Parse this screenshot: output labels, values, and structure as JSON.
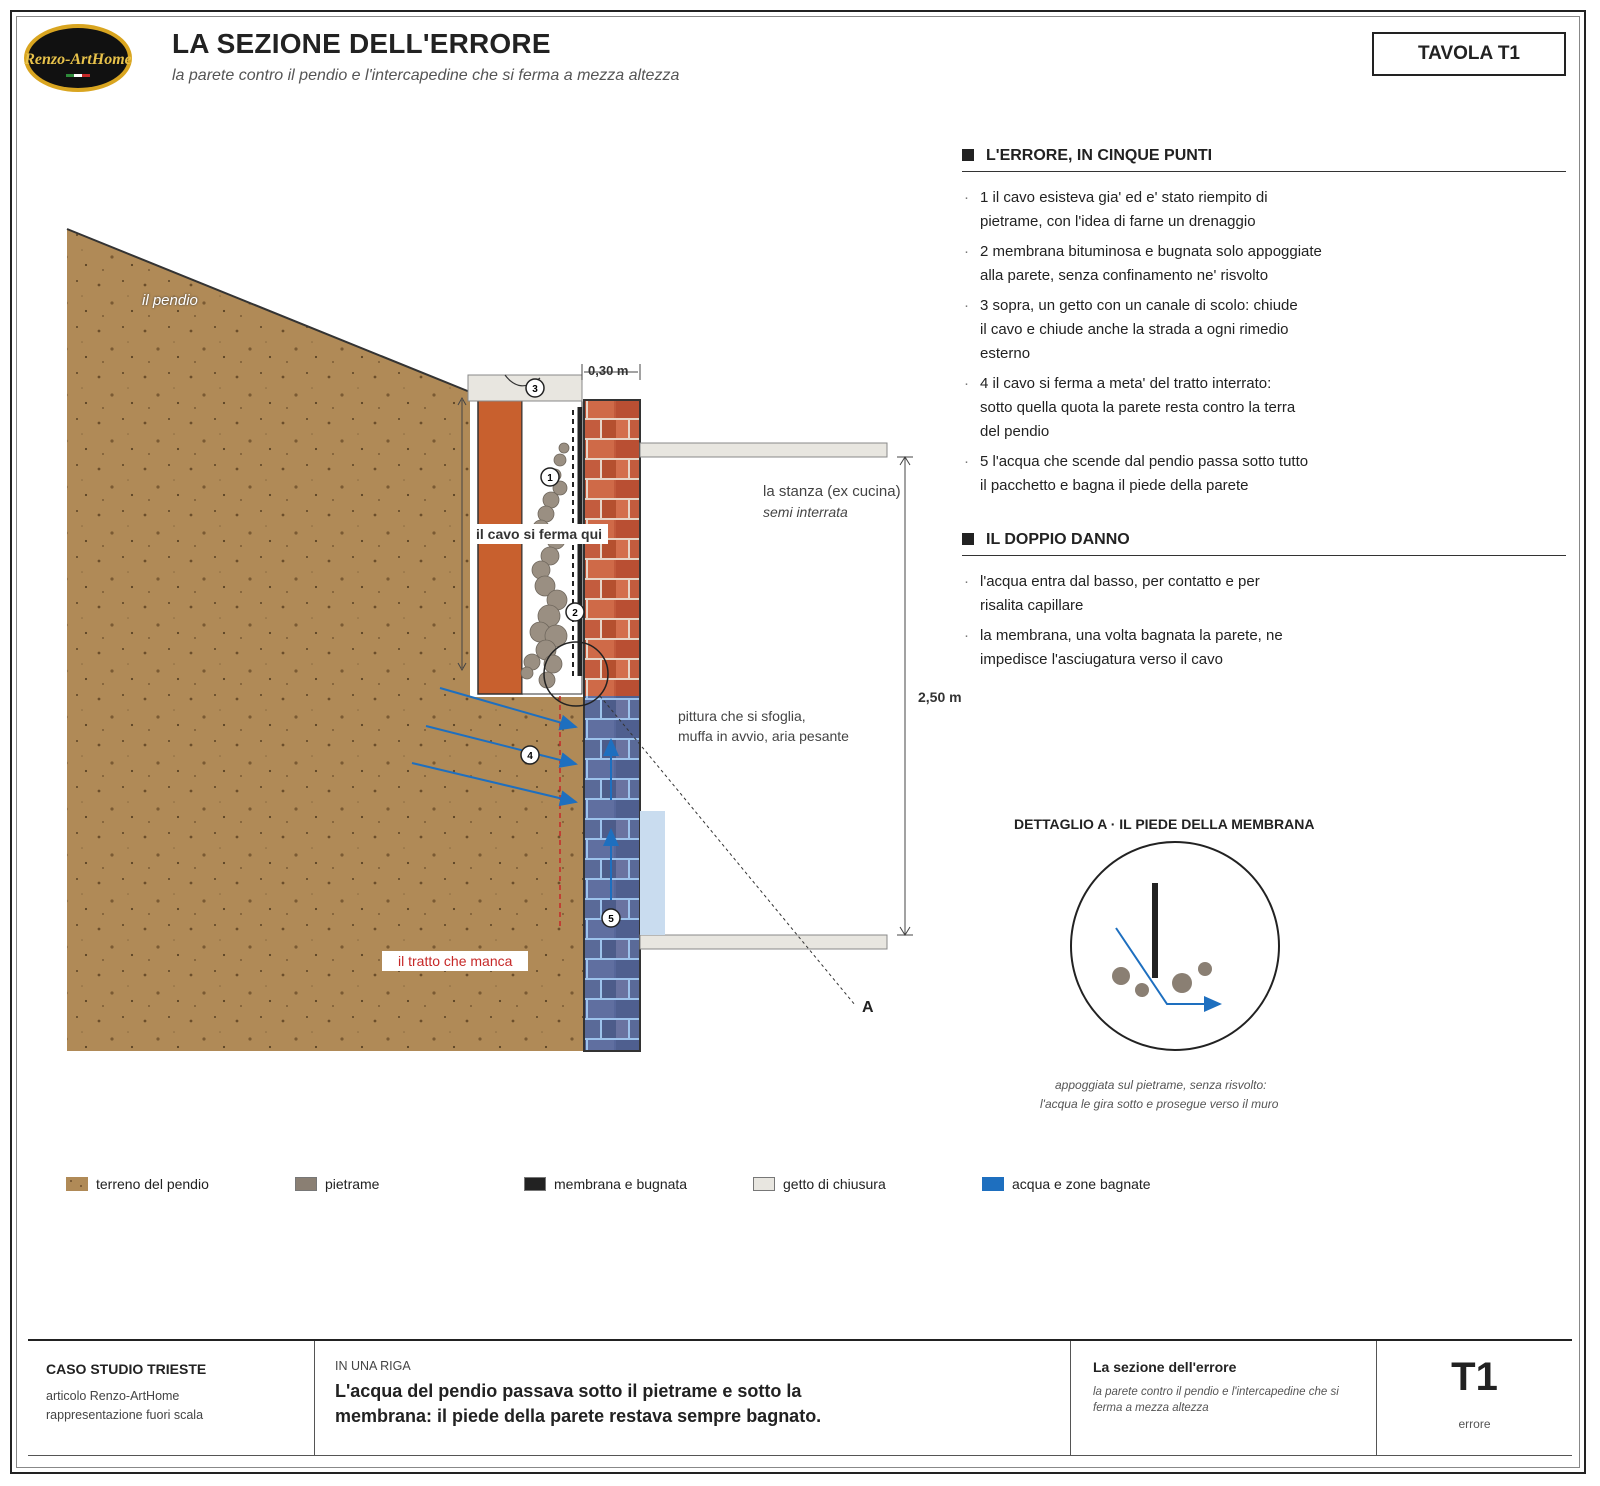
{
  "header": {
    "title": "LA SEZIONE DELL'ERRORE",
    "subtitle": "la parete contro il pendio e l'intercapedine che si ferma a mezza altezza",
    "tavola": "TAVOLA T1",
    "logo_text": "Renzo-ArtHome"
  },
  "errore": {
    "heading": "L'ERRORE, IN CINQUE PUNTI",
    "items": [
      "1 il cavo esisteva gia' ed e' stato riempito di\n   pietrame, con l'idea di farne un drenaggio",
      "2 membrana bituminosa e bugnata solo appoggiate\n   alla parete, senza confinamento ne' risvolto",
      "3 sopra, un getto con un canale di scolo: chiude\n   il cavo e chiude anche la strada a ogni rimedio\n   esterno",
      "4 il cavo si ferma a meta' del tratto interrato:\n   sotto quella quota la parete resta contro la terra\n   del pendio",
      "5 l'acqua che scende dal pendio passa sotto tutto\n   il pacchetto e bagna il piede della parete"
    ]
  },
  "danno": {
    "heading": "IL DOPPIO DANNO",
    "items": [
      "l'acqua entra dal basso, per contatto e per\n   risalita capillare",
      "la membrana, una volta bagnata la parete, ne\n   impedisce l'asciugatura verso il cavo"
    ]
  },
  "section": {
    "pendio": "il pendio",
    "cavo_stop": "il cavo si ferma qui",
    "dim_top": "0,30 m",
    "stanza": "la stanza (ex cucina)",
    "stanza_sub": "semi interrata",
    "pittura_1": "pittura che si sfoglia,",
    "pittura_2": "muffa in avvio, aria pesante",
    "dim_height": "2,50 m",
    "tratto": "il tratto che manca",
    "detail_ref": "A",
    "markers": [
      "1",
      "2",
      "3",
      "4",
      "5"
    ]
  },
  "detail": {
    "title": "DETTAGLIO A · IL PIEDE DELLA MEMBRANA",
    "caption_1": "appoggiata sul pietrame, senza risvolto:",
    "caption_2": "l'acqua le gira sotto e prosegue verso il muro"
  },
  "legend": [
    {
      "label": "terreno del pendio",
      "color": "#b08a57"
    },
    {
      "label": "pietrame",
      "color": "#8a7f73"
    },
    {
      "label": "membrana e bugnata",
      "color": "#222222"
    },
    {
      "label": "getto di chiusura",
      "color": "#e8e6e0"
    },
    {
      "label": "acqua e zone bagnate",
      "color": "#1e6fbf"
    }
  ],
  "titleblock": {
    "case_title": "CASO STUDIO TRIESTE",
    "case_line1": "articolo Renzo-ArtHome",
    "case_line2": "rappresentazione fuori scala",
    "riga_label": "IN UNA RIGA",
    "riga_text": "L'acqua del pendio passava sotto il pietrame e sotto la membrana: il piede della parete restava sempre bagnato.",
    "sheet_title": "La sezione dell'errore",
    "sheet_sub": "la parete contro il pendio e l'intercapedine che si ferma a mezza altezza",
    "sheet_code": "T1",
    "sheet_code_sub": "errore"
  },
  "colors": {
    "soil": "#b08a57",
    "brick": "#c0573a",
    "water": "#1e6fbf",
    "wet": "#4a6fa5",
    "missing": "#c62828"
  }
}
